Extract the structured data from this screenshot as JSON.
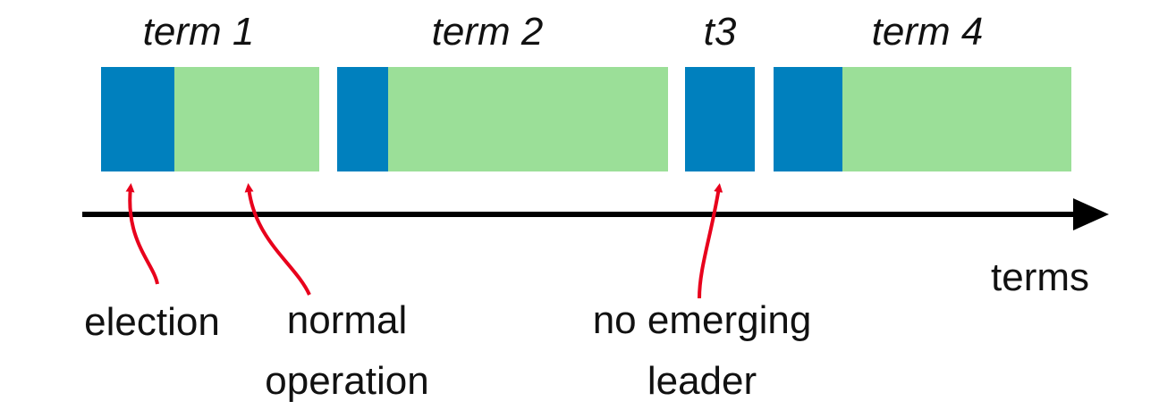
{
  "colors": {
    "election": "#0080BE",
    "normal_operation": "#9BDF98",
    "timeline": "#000000",
    "annotation_arrow": "#E8001C",
    "text": "#111111",
    "background": "#FFFFFF"
  },
  "terms": [
    {
      "id": "term-1",
      "title": "term 1",
      "has_election": true,
      "has_normal_operation": true
    },
    {
      "id": "term-2",
      "title": "term 2",
      "has_election": true,
      "has_normal_operation": true
    },
    {
      "id": "term-3",
      "title": "t3",
      "has_election": true,
      "has_normal_operation": false
    },
    {
      "id": "term-4",
      "title": "term 4",
      "has_election": true,
      "has_normal_operation": true
    }
  ],
  "axis": {
    "label": "terms"
  },
  "annotations": {
    "election": {
      "lines": [
        "election"
      ]
    },
    "normal_operation": {
      "lines": [
        "normal",
        "operation"
      ]
    },
    "no_leader": {
      "lines": [
        "no emerging",
        "leader"
      ]
    }
  }
}
